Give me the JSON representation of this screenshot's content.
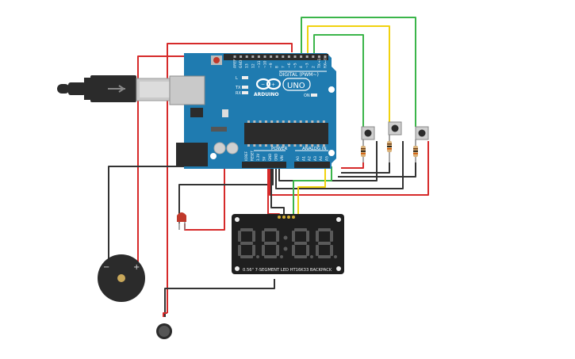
{
  "board": {
    "name": "UNO",
    "brand": "ARDUINO",
    "digital_label": "DIGITAL (PWM~)",
    "power_label": "POWER",
    "analog_label": "ANALOG IN",
    "label_on": "ON",
    "label_tx": "TX",
    "label_rx": "RX",
    "label_l": "L",
    "digital_pins": [
      "AREF",
      "GND",
      "13",
      "12",
      "~11",
      "~10",
      "~9",
      "8",
      "7",
      "~6",
      "~5",
      "4",
      "~3",
      "2",
      "TX→1",
      "RX←0"
    ],
    "power_pins": [
      "IOREF",
      "RESET",
      "3.3V",
      "5V",
      "GND",
      "GND",
      "VIN"
    ],
    "analog_pins": [
      "A0",
      "A1",
      "A2",
      "A3",
      "A4",
      "A5"
    ]
  },
  "display": {
    "label": "0.56\" 7-SEGMENT LED HT16K33 BACKPACK",
    "digits": "88:88"
  },
  "buzzer": {
    "minus": "−",
    "plus": "+"
  },
  "colors": {
    "board": "#1f7bb0",
    "wire_red": "#d62a2a",
    "wire_black": "#333333",
    "wire_green": "#3bb54a",
    "wire_yellow": "#f1d20f"
  }
}
